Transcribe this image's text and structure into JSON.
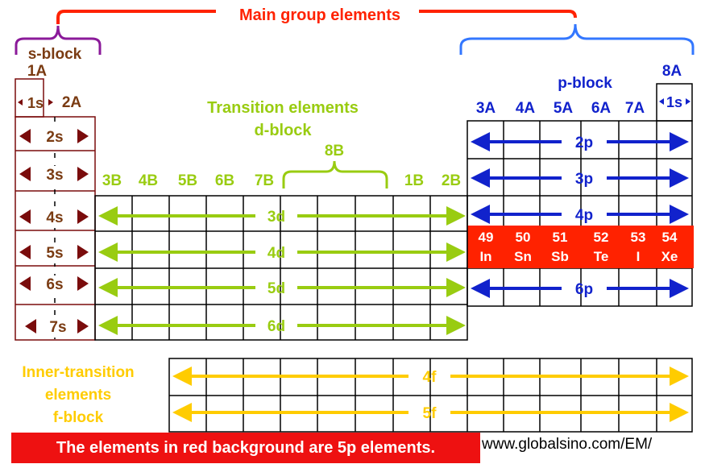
{
  "colors": {
    "red": "#ff2200",
    "purple": "#8b1a9a",
    "s_brown": "#7a3b12",
    "s_dark_arrow": "#7a0c0c",
    "blue": "#1122cc",
    "light_blue": "#3377ff",
    "green": "#99cc11",
    "yellow": "#ffcc00",
    "note_bg": "#ee1111",
    "grid": "#000000"
  },
  "header": {
    "main_group": "Main group elements",
    "s_block": "s-block",
    "p_block": "p-block"
  },
  "s_block": {
    "group_1a": "1A",
    "group_2a": "2A",
    "row1": "1s",
    "rows": [
      "2s",
      "3s",
      "4s",
      "5s",
      "6s",
      "7s"
    ]
  },
  "p_block": {
    "group_8a": "8A",
    "row1": "1s",
    "groups": [
      "3A",
      "4A",
      "5A",
      "6A",
      "7A"
    ],
    "rows": [
      "2p",
      "3p",
      "4p",
      "6p"
    ],
    "highlight": [
      {
        "number": "49",
        "symbol": "In"
      },
      {
        "number": "50",
        "symbol": "Sn"
      },
      {
        "number": "51",
        "symbol": "Sb"
      },
      {
        "number": "52",
        "symbol": "Te"
      },
      {
        "number": "53",
        "symbol": "I"
      },
      {
        "number": "54",
        "symbol": "Xe"
      }
    ]
  },
  "d_block": {
    "title_line1": "Transition elements",
    "title_line2": "d-block",
    "group_8b": "8B",
    "groups": [
      "3B",
      "4B",
      "5B",
      "6B",
      "7B",
      "1B",
      "2B"
    ],
    "rows": [
      "3d",
      "4d",
      "5d",
      "6d"
    ]
  },
  "f_block": {
    "title_line1": "Inner-transition",
    "title_line2": "elements",
    "title_line3": "f-block",
    "rows": [
      "4f",
      "5f"
    ]
  },
  "footer": {
    "note": "The elements in red background are 5p elements.",
    "url": "www.globalsino.com/EM/"
  }
}
